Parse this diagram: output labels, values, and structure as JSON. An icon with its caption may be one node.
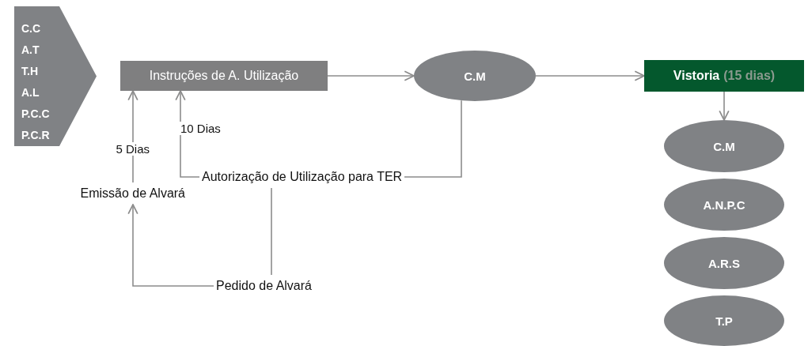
{
  "diagram": {
    "nodes": [
      {
        "text": [
          "C.C",
          "A.T",
          "T.H",
          "A.L",
          "P.C.C",
          "P.C.R"
        ]
      },
      {
        "text": [
          "Instruções de A. Utilização"
        ]
      },
      {
        "text": [
          "C.M"
        ]
      },
      {
        "text": [
          "Vistoria",
          "(15 dias)"
        ]
      },
      {
        "text": [
          "C.M"
        ]
      },
      {
        "text": [
          "A.N.P.C"
        ]
      },
      {
        "text": [
          "A.R.S"
        ]
      },
      {
        "text": [
          "T.P"
        ]
      },
      {
        "text": [
          "Emissão de Alvará"
        ]
      },
      {
        "text": [
          "Autorização de Utilização para TER"
        ]
      },
      {
        "text": [
          "Pedido de Alvará"
        ]
      }
    ],
    "edges": [
      {
        "from": 1,
        "to": 2,
        "arrow": "to"
      },
      {
        "from": 2,
        "to": 3,
        "arrow": "to"
      },
      {
        "from": 3,
        "to": 4,
        "arrow": "to"
      },
      {
        "from": 8,
        "to": 1,
        "arrow": "to",
        "label": "5 Dias"
      },
      {
        "from": 9,
        "to": 1,
        "arrow": "to",
        "label": "10 Dias"
      },
      {
        "from": 2,
        "to": 9,
        "arrow": "none"
      },
      {
        "from": 10,
        "to": 8,
        "arrow": "to"
      },
      {
        "from": 9,
        "to": 10,
        "arrow": "none"
      }
    ]
  }
}
